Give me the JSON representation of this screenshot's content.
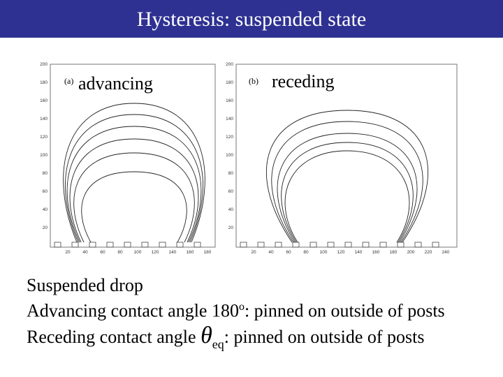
{
  "title": "Hysteresis: suspended state",
  "panels": [
    {
      "letter": "(a)",
      "label": "advancing",
      "y_ticks": [
        "200",
        "180",
        "160",
        "140",
        "120",
        "100",
        "80",
        "60",
        "40",
        "20"
      ],
      "x_ticks": [
        "20",
        "40",
        "60",
        "80",
        "100",
        "120",
        "140",
        "160",
        "180"
      ]
    },
    {
      "letter": "(b)",
      "label": "receding",
      "y_ticks": [
        "200",
        "180",
        "160",
        "140",
        "120",
        "100",
        "80",
        "60",
        "40",
        "20"
      ],
      "x_ticks": [
        "20",
        "40",
        "60",
        "80",
        "100",
        "120",
        "140",
        "160",
        "180",
        "200",
        "220",
        "240"
      ]
    }
  ],
  "caption": {
    "line1": "Suspended drop",
    "line2_pre": "Advancing contact angle 180",
    "line2_sup": "o",
    "line2_post": ": pinned on outside of posts",
    "line3_pre": "Receding contact angle",
    "theta_symbol": "θ",
    "theta_subscript": "eq",
    "line3_post": ": pinned on outside of posts"
  }
}
